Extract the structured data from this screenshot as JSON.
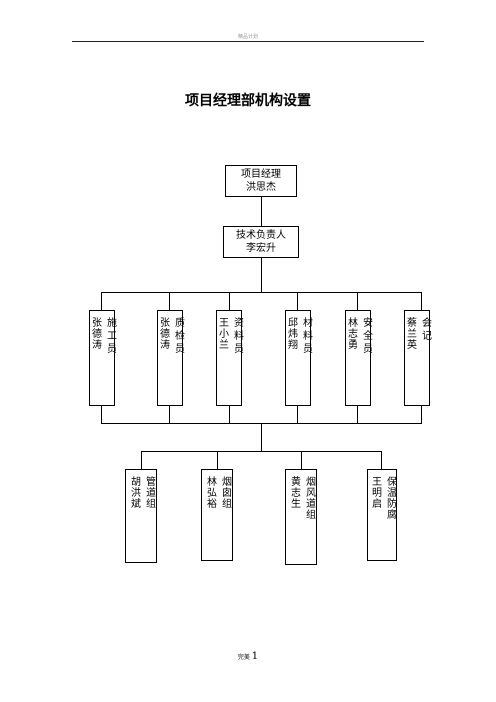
{
  "header": {
    "text": "精品计划"
  },
  "title": "项目经理部机构设置",
  "top": {
    "manager": {
      "role": "项目经理",
      "name": "洪思杰"
    },
    "tech": {
      "role": "技术负责人",
      "name": "李宏升"
    }
  },
  "staff": [
    {
      "role": "施工员",
      "name": "张德涛"
    },
    {
      "role": "质检员",
      "name": "张德涛"
    },
    {
      "role": "资料员",
      "name": "王小兰"
    },
    {
      "role": "材料员",
      "name": "邱炜翔"
    },
    {
      "role": "安全员",
      "name": "林志勇"
    },
    {
      "role": "会记",
      "name": "蔡兰英"
    }
  ],
  "groups": [
    {
      "role": "管道组",
      "name": "胡洪斌"
    },
    {
      "role": "烟囱组",
      "name": "林弘裕"
    },
    {
      "role": "烟风道组",
      "name": "黄志生"
    },
    {
      "role": "保温防腐",
      "name": "王明启"
    }
  ],
  "footer": {
    "prefix": "完美",
    "page": "1"
  }
}
